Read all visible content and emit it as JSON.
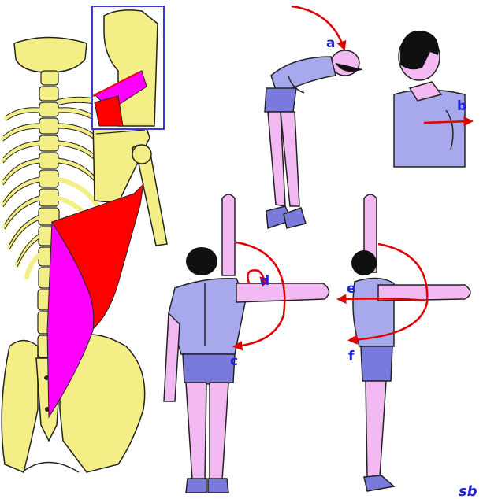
{
  "labels": {
    "a": "a",
    "b": "b",
    "c": "c",
    "d": "d",
    "e": "e",
    "f": "f"
  },
  "signature": "sb",
  "colors": {
    "background": "#ffffff",
    "bone": "#f4ee86",
    "muscle_red": "#ff0000",
    "muscle_magenta": "#ff00ff",
    "skin": "#f3b9f3",
    "shirt": "#a8a8ec",
    "shorts": "#7a7adc",
    "hair": "#101010",
    "arrow": "#e00000",
    "label": "#2020e0",
    "inset_border": "#3a3ad0"
  }
}
